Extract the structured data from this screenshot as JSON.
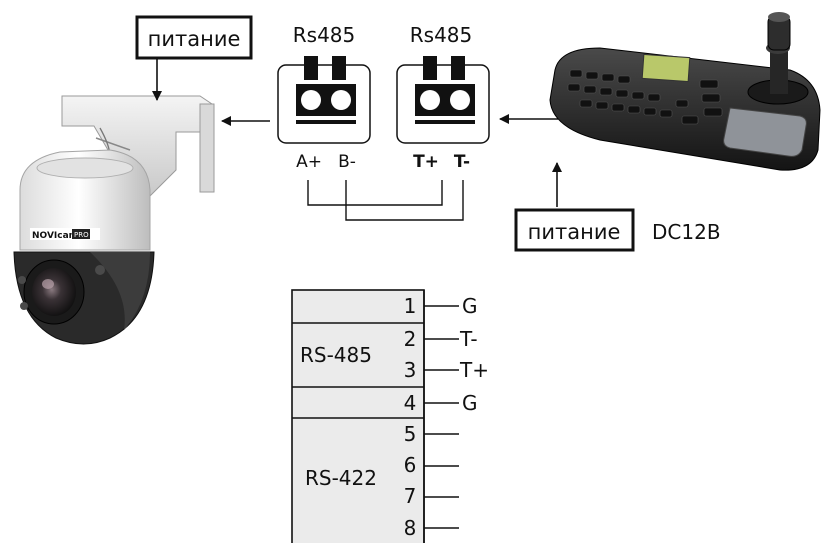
{
  "top": {
    "power_label_left": "питание",
    "rs485_left": "Rs485",
    "rs485_right": "Rs485",
    "camera_terms": {
      "a": "A+",
      "b": "B-"
    },
    "kbd_terms": {
      "t_plus": "T+",
      "t_minus": "T-"
    },
    "power_label_right": "питание",
    "dc_label": "DC12B",
    "camera_brand": "NOVIcam",
    "camera_badge": "PRO"
  },
  "pinout": {
    "groups": [
      {
        "name": "",
        "pins": [
          "1"
        ],
        "signals": [
          "G"
        ]
      },
      {
        "name": "RS-485",
        "pins": [
          "2",
          "3"
        ],
        "signals": [
          "T-",
          "T+"
        ]
      },
      {
        "name": "",
        "pins": [
          "4"
        ],
        "signals": [
          "G"
        ]
      },
      {
        "name": "RS-422",
        "pins": [
          "5",
          "6",
          "7",
          "8"
        ],
        "signals": [
          "",
          "",
          "",
          ""
        ]
      }
    ]
  }
}
